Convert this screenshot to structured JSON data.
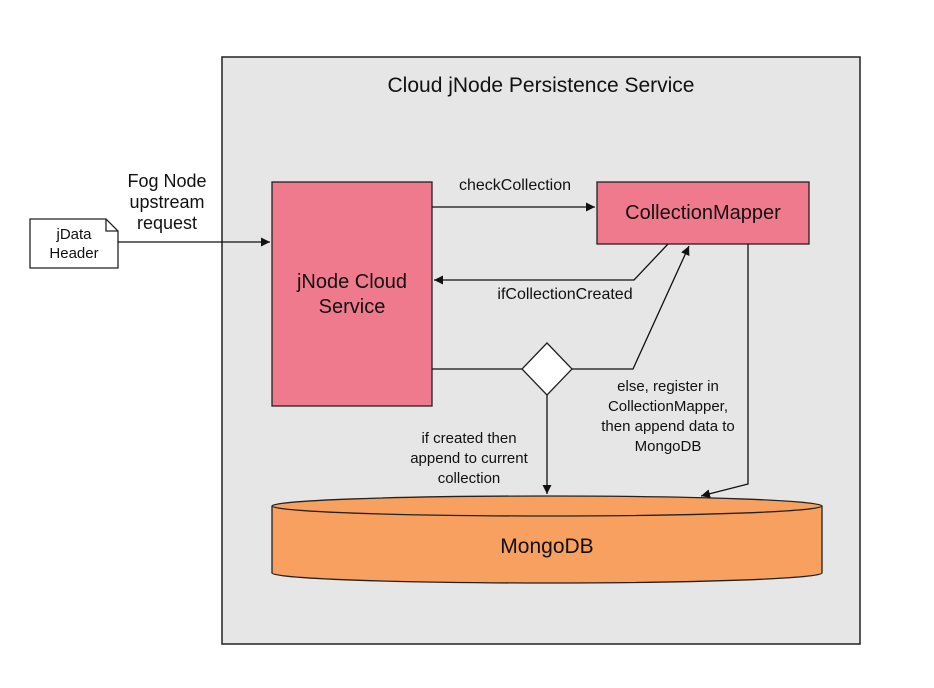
{
  "container": {
    "title": "Cloud jNode Persistence Service"
  },
  "fog_request": {
    "lines": [
      "Fog Node",
      "upstream",
      "request"
    ]
  },
  "jdata_header": {
    "lines": [
      "jData",
      "Header"
    ]
  },
  "jnode_service": {
    "lines": [
      "jNode Cloud",
      "Service"
    ]
  },
  "collection_mapper": {
    "label": "CollectionMapper"
  },
  "edges": {
    "check_collection": "checkCollection",
    "if_collection_created": "ifCollectionCreated",
    "else_register": [
      "else, register in",
      "CollectionMapper,",
      "then append data to",
      "MongoDB"
    ],
    "if_created_append": [
      "if created then",
      "append to current",
      "collection"
    ]
  },
  "mongodb": {
    "label": "MongoDB"
  },
  "colors": {
    "container_fill": "#e6e6e6",
    "service_fill": "#f07a8d",
    "mongodb_fill": "#f8a060",
    "stroke": "#222222"
  }
}
